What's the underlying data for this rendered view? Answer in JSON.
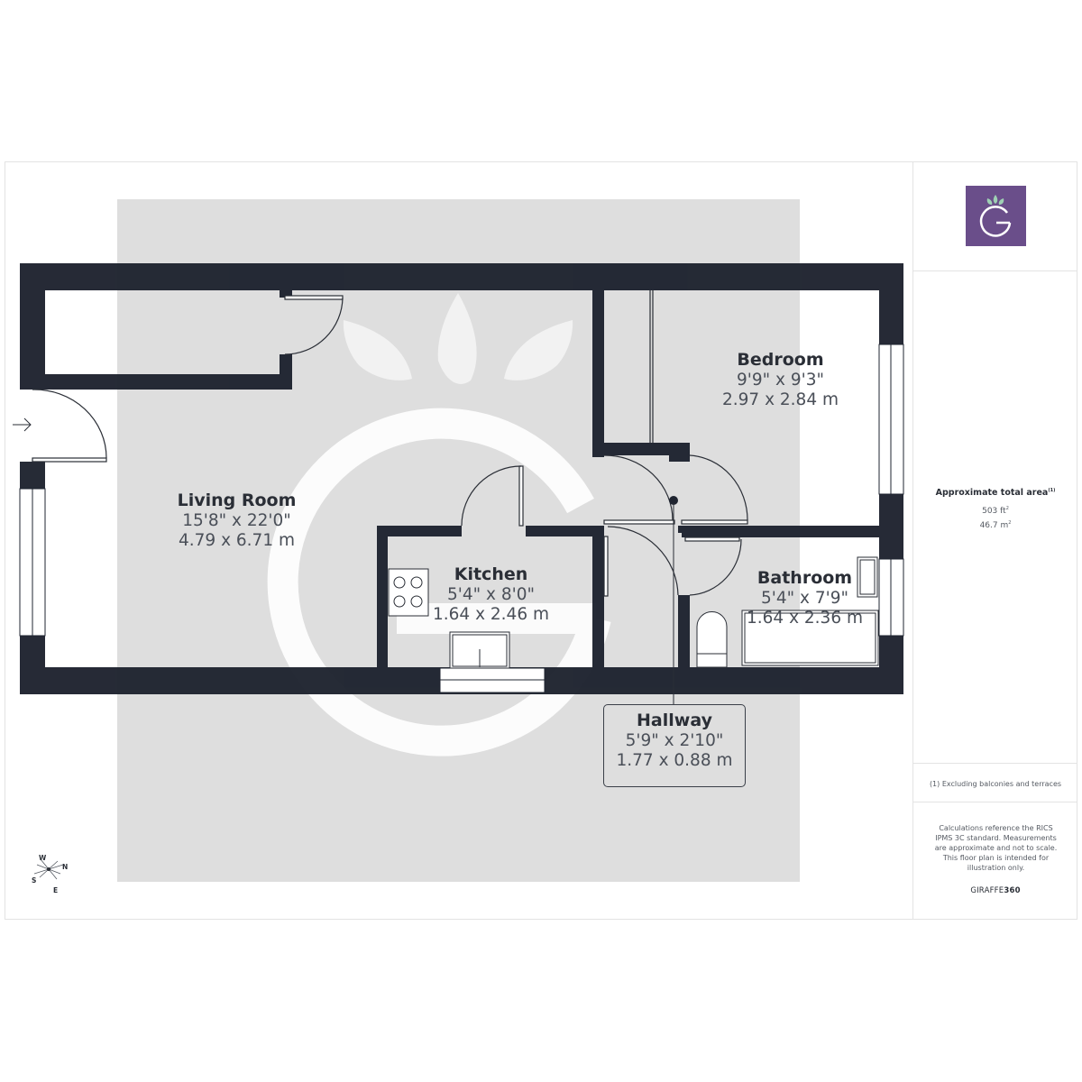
{
  "plan": {
    "rooms": [
      {
        "name": "Living Room",
        "imperial": "15'8\" x 22'0\"",
        "metric": "4.79 x 6.71 m"
      },
      {
        "name": "Bedroom",
        "imperial": "9'9\" x 9'3\"",
        "metric": "2.97 x 2.84 m"
      },
      {
        "name": "Kitchen",
        "imperial": "5'4\" x 8'0\"",
        "metric": "1.64 x 2.46 m"
      },
      {
        "name": "Bathroom",
        "imperial": "5'4\" x 7'9\"",
        "metric": "1.64 x 2.36 m"
      },
      {
        "name": "Hallway",
        "imperial": "5'9\" x 2'10\"",
        "metric": "1.77 x 0.88 m"
      }
    ],
    "compass": {
      "w": "W",
      "n": "N",
      "s": "S",
      "e": "E"
    },
    "colors": {
      "wall": "#1f2430",
      "watermark_bg": "#dedede",
      "brand": "#6a4e8a",
      "leaf": "#9fd0b4"
    }
  },
  "sidebar": {
    "logo_icon": "giraffe360-g-logo-icon",
    "area_title": "Approximate total area",
    "area_footnote_mark": "(1)",
    "area_ft": "503 ft",
    "area_ft_unit_sup": "2",
    "area_m": "46.7 m",
    "area_m_unit_sup": "2",
    "footnote": "(1) Excluding balconies and terraces",
    "disclaimer": "Calculations reference the RICS IPMS 3C standard. Measurements are approximate and not to scale. This floor plan is intended for illustration only.",
    "brand_light": "GIRAFFE",
    "brand_bold": "360"
  }
}
